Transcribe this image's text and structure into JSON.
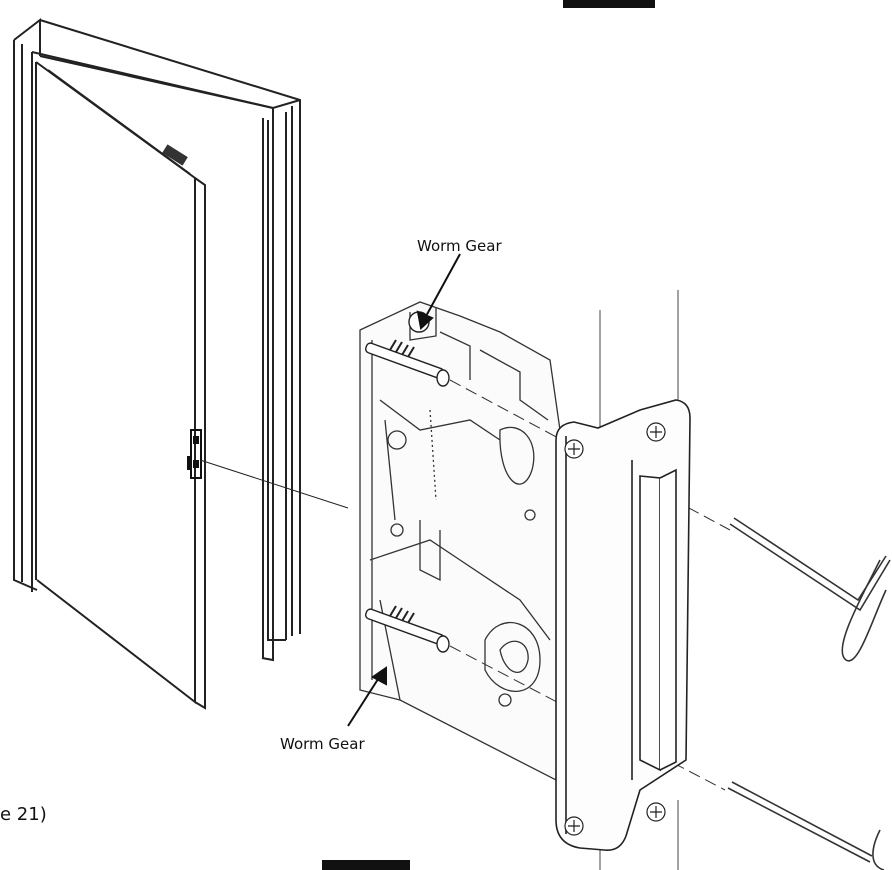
{
  "labels": {
    "worm_gear_top": "Worm Gear",
    "worm_gear_bottom": "Worm Gear",
    "cutoff_ref": "e 21)"
  }
}
